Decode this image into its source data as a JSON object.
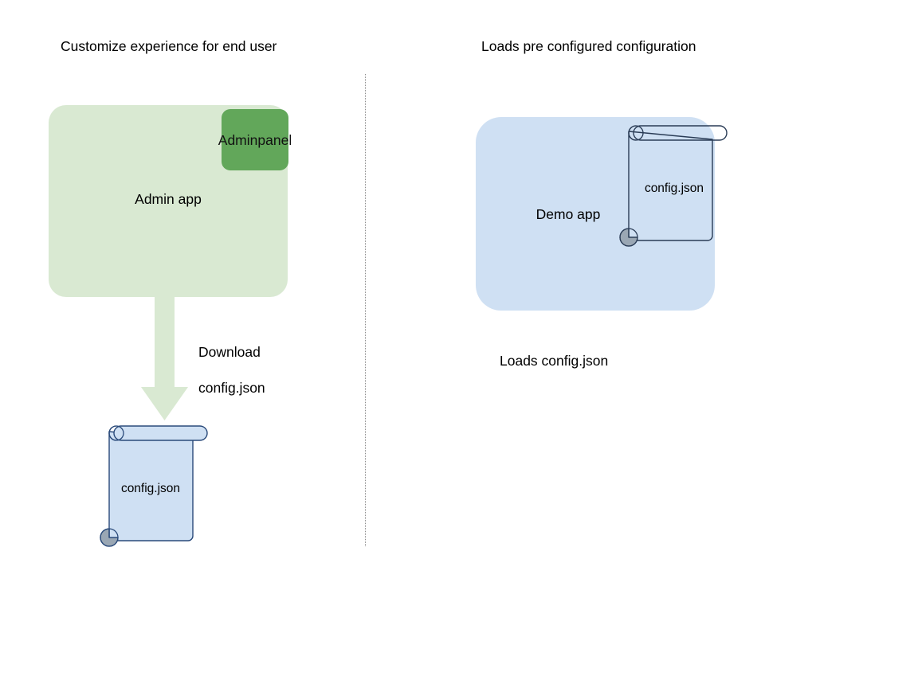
{
  "diagram": {
    "background_color": "#ffffff",
    "divider": {
      "style": "dotted-vertical"
    },
    "left_panel": {
      "title": "Customize experience for end user",
      "app_box": {
        "label": "Admin app",
        "fill_color": "#d9e9d2"
      },
      "admin_panel_button": {
        "label": "Admin\npanel",
        "line1": "Admin",
        "line2": "panel",
        "fill_color": "#62a75a"
      },
      "arrow": {
        "direction": "down",
        "fill_color": "#d9e9d2",
        "caption": "Download\nconfig.json",
        "caption_line1": "Download",
        "caption_line2": "config.json"
      },
      "document": {
        "label": "config.json",
        "fill_color": "#cfe0f3",
        "stroke_color": "#2a4a7a",
        "roll_color": "#9aa7b4"
      }
    },
    "right_panel": {
      "title": "Loads pre configured configuration",
      "app_box": {
        "label": "Demo app",
        "fill_color": "#cfe0f3"
      },
      "document": {
        "label": "config.json",
        "fill_color": "transparent",
        "stroke_color": "#2a3c56",
        "roll_color": "#9aa7b4"
      },
      "caption": "Loads config.json"
    }
  }
}
